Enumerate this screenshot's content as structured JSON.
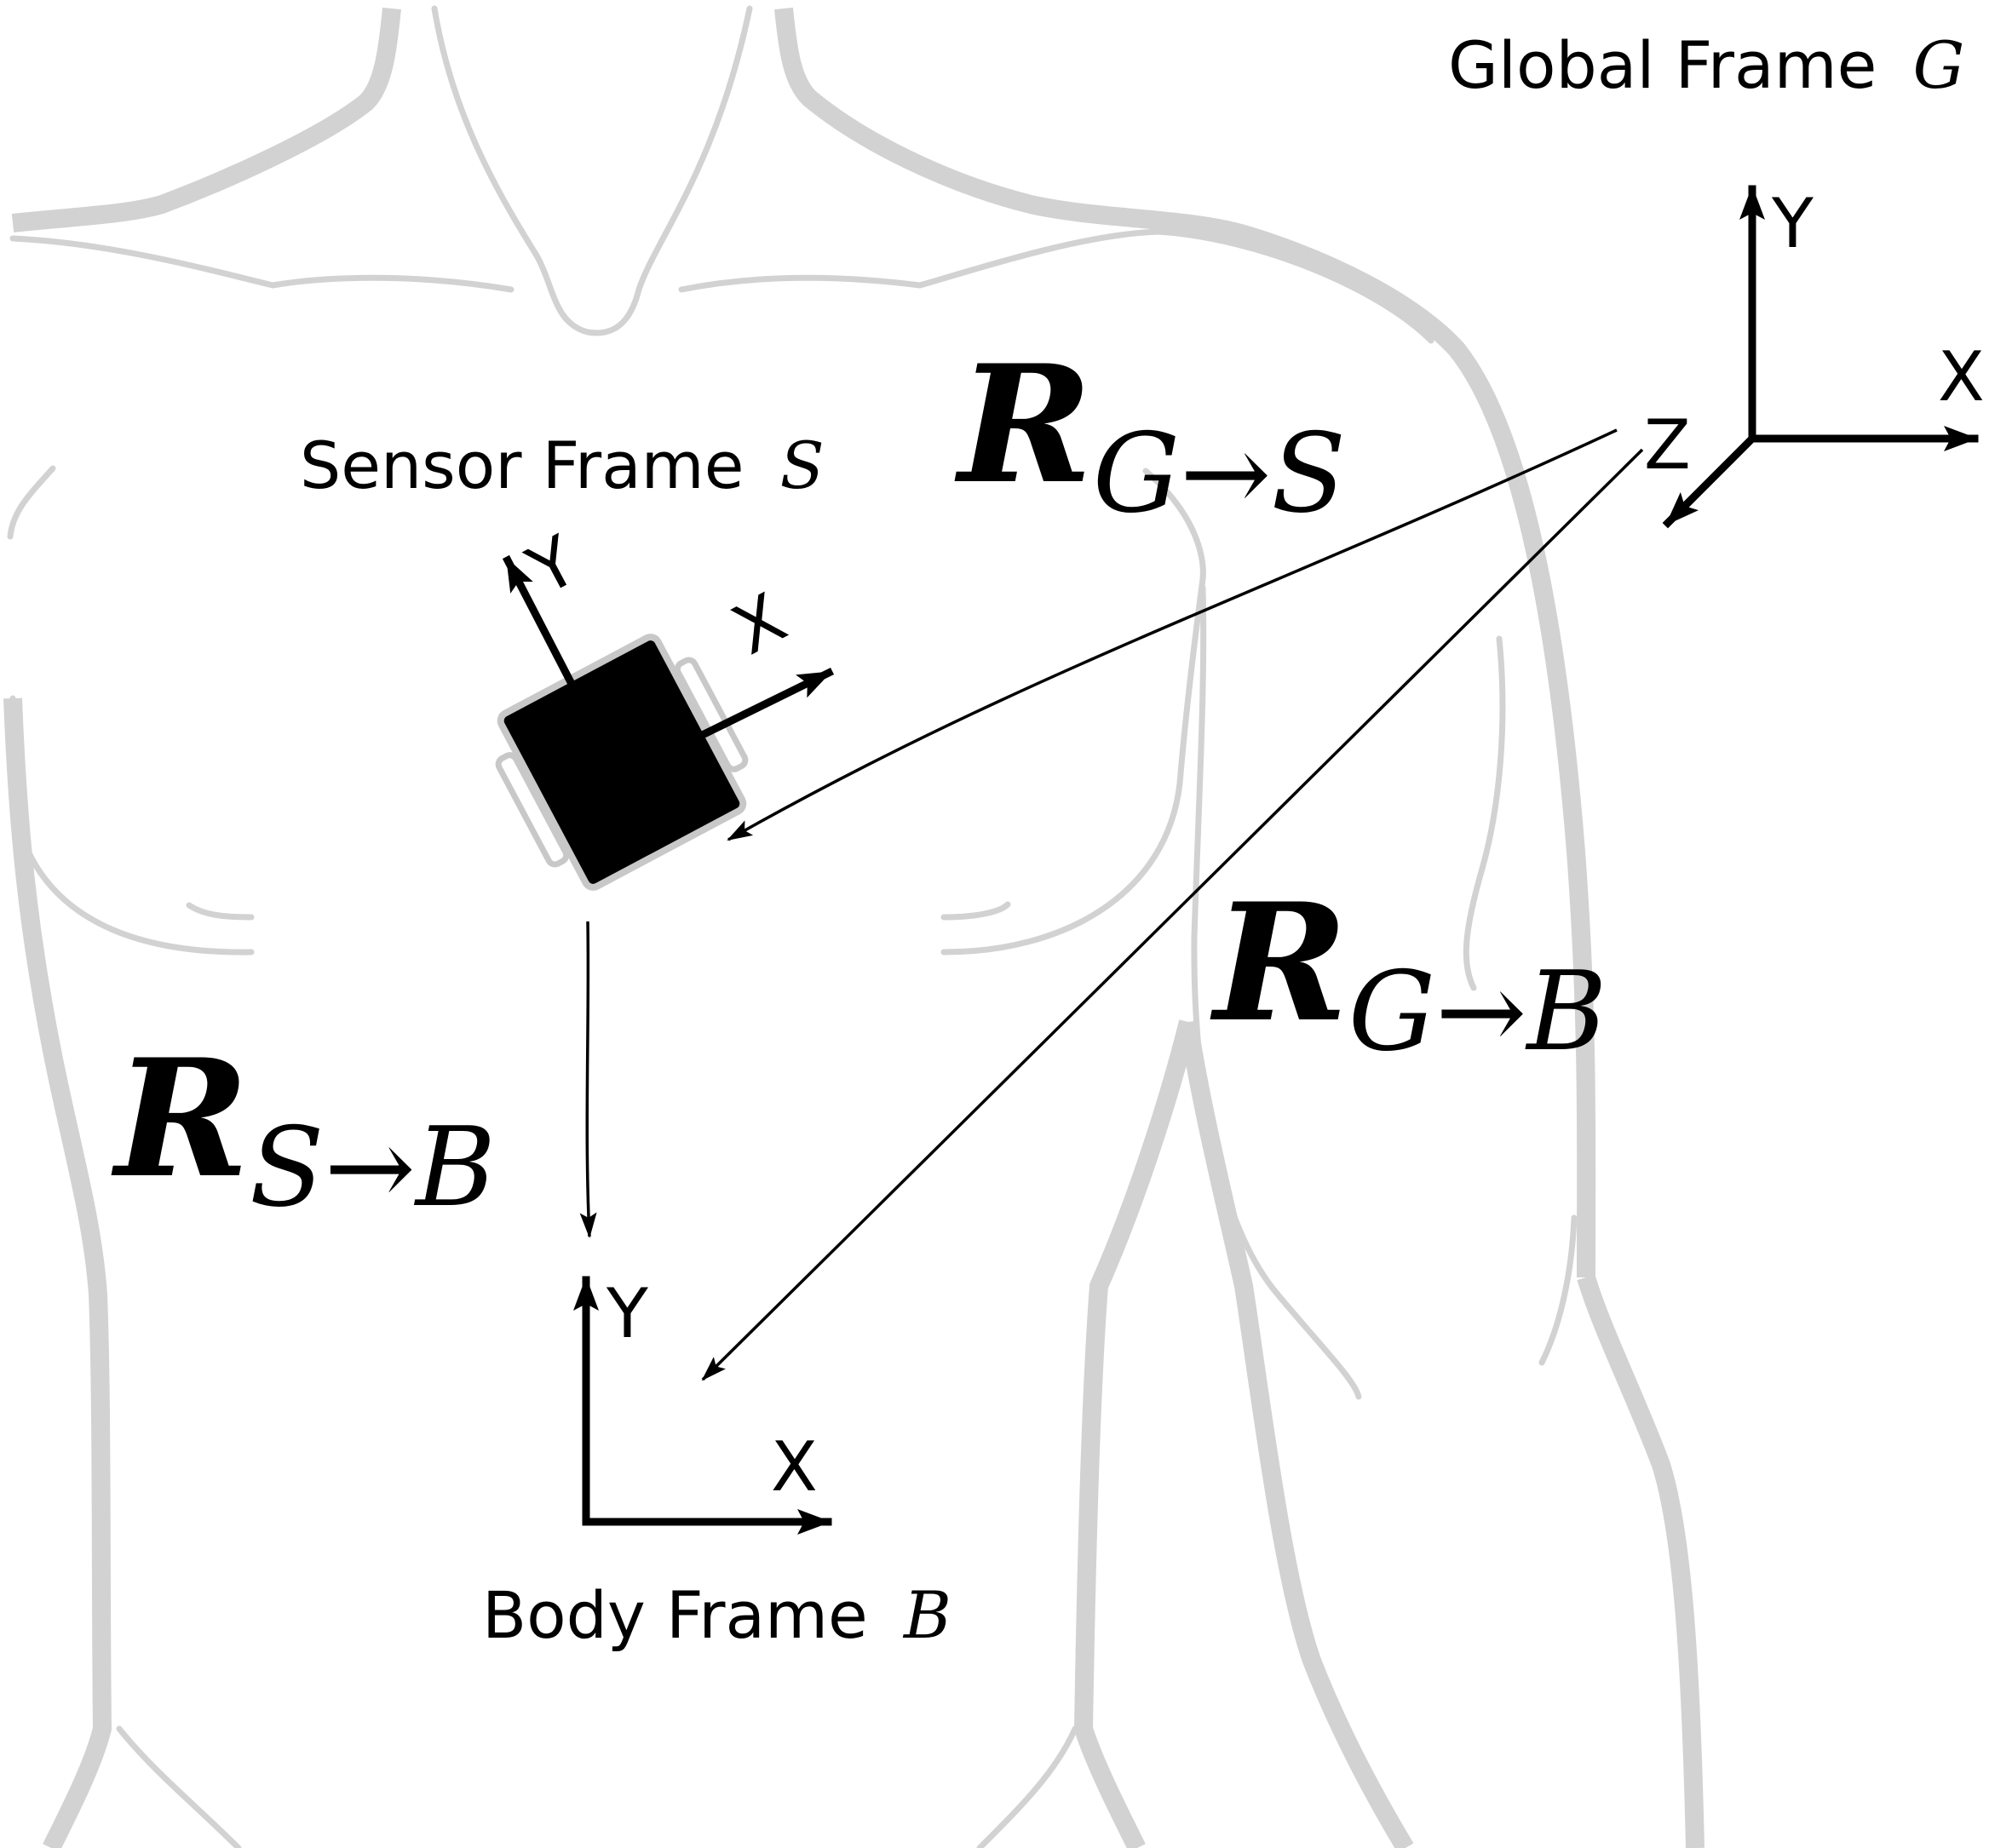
{
  "frames": {
    "global": {
      "label": "Global Frame",
      "symbol": "G"
    },
    "sensor": {
      "label": "Sensor Frame",
      "symbol": "S"
    },
    "body": {
      "label": "Body Frame",
      "symbol": "B"
    }
  },
  "axes": {
    "x": "X",
    "y": "Y",
    "z": "Z"
  },
  "rotations": {
    "g_to_s": {
      "base": "R",
      "sub": "G→S"
    },
    "g_to_b": {
      "base": "R",
      "sub": "G→B"
    },
    "s_to_b": {
      "base": "R",
      "sub": "S→B"
    }
  },
  "colors": {
    "silhouette": "#d2d2d2",
    "ink": "#000000"
  }
}
